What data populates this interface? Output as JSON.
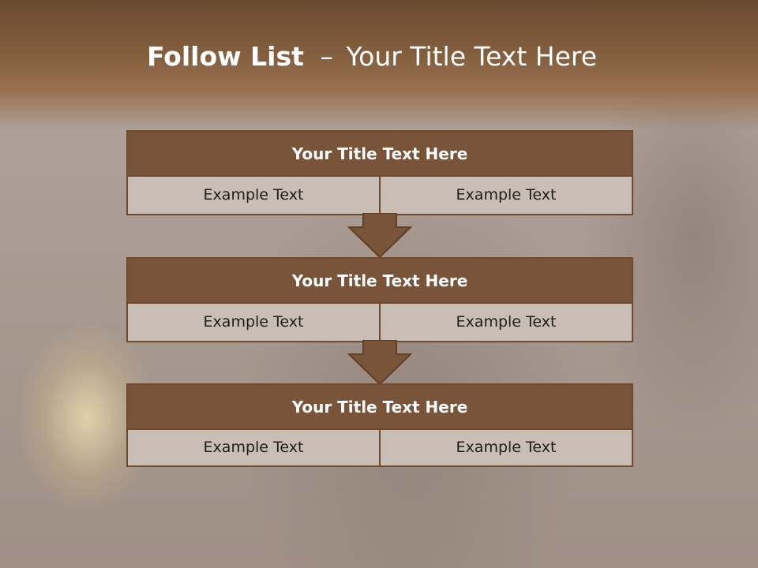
{
  "slide": {
    "title_bold": "Follow List",
    "title_dash": "–",
    "title_rest": "Your Title Text Here"
  },
  "blocks": [
    {
      "title": "Your Title Text Here",
      "left": "Example Text",
      "right": "Example Text"
    },
    {
      "title": "Your Title Text Here",
      "left": "Example Text",
      "right": "Example Text"
    },
    {
      "title": "Your Title Text Here",
      "left": "Example Text",
      "right": "Example Text"
    }
  ],
  "colors": {
    "header_brown": "#7a5439",
    "border_brown": "#6b4c33",
    "cell_fill": "#c9beb4",
    "title_text": "#ffffff"
  },
  "icons": [
    "down-arrow-icon",
    "down-arrow-icon"
  ]
}
